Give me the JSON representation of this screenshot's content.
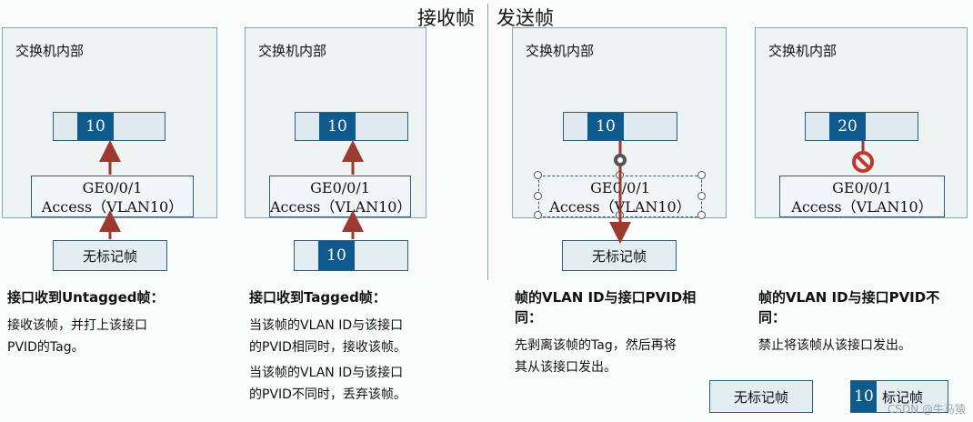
{
  "headings": {
    "receive": "接收帧",
    "send": "发送帧"
  },
  "panels": [
    {
      "label": "交换机内部",
      "vlan": "10",
      "port_line1": "GE0/0/1",
      "port_line2": "Access（VLAN10）",
      "frame_text": "无标记帧"
    },
    {
      "label": "交换机内部",
      "vlan": "10",
      "port_line1": "GE0/0/1",
      "port_line2": "Access（VLAN10）",
      "frame_tag": "10"
    },
    {
      "label": "交换机内部",
      "vlan": "10",
      "port_line1": "GE0/0/1",
      "port_line2": "Access（VLAN10）",
      "frame_text": "无标记帧"
    },
    {
      "label": "交换机内部",
      "vlan": "20",
      "port_line1": "GE0/0/1",
      "port_line2": "Access（VLAN10）"
    }
  ],
  "descriptions": [
    {
      "title": "接口收到Untagged帧：",
      "lines": [
        "接收该帧，并打上该接口",
        "PVID的Tag。"
      ]
    },
    {
      "title": "接口收到Tagged帧：",
      "lines": [
        "当该帧的VLAN ID与该接口",
        "的PVID相同时，接收该帧。",
        "当该帧的VLAN ID与该接口",
        "的PVID不同时，丢弃该帧。"
      ]
    },
    {
      "title_line1": "帧的VLAN ID与接口PVID相",
      "title_line2": "同：",
      "lines": [
        "先剥离该帧的Tag，然后再将",
        "其从该接口发出。"
      ]
    },
    {
      "title_line1": "帧的VLAN ID与接口PVID不",
      "title_line2": "同：",
      "lines": [
        "禁止将该帧从该接口发出。"
      ]
    }
  ],
  "legend": {
    "untagged": "无标记帧",
    "tagged_tag": "10",
    "tagged_label": "标记帧"
  },
  "colors": {
    "tag_fill": "#0e5a8c",
    "arrow": "#9b3a2e",
    "panel_border": "#7fa7b6"
  },
  "watermark": "CSDN @牛马猿"
}
